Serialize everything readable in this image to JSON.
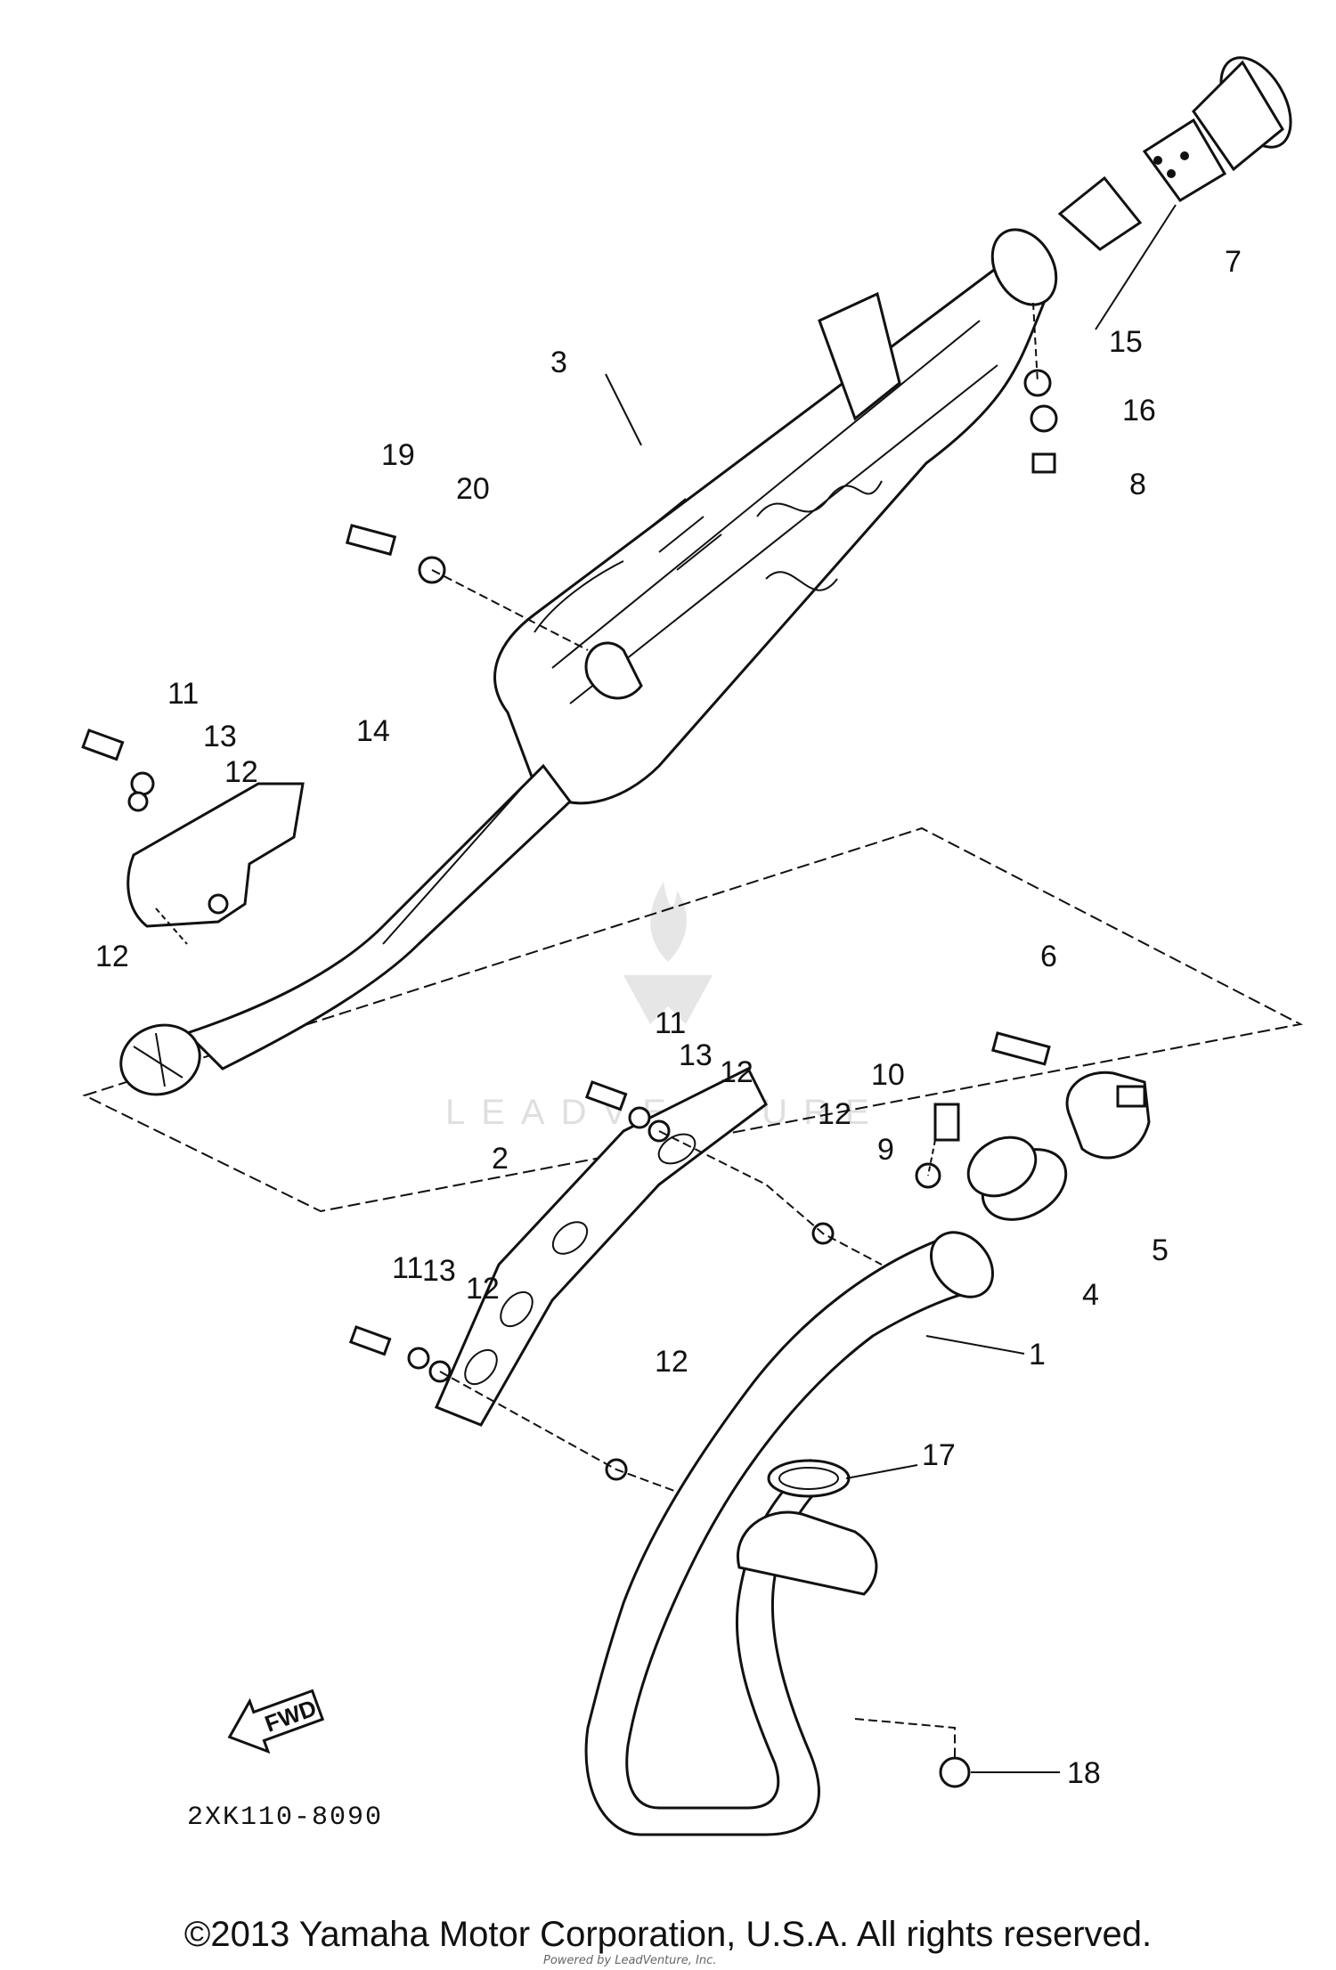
{
  "diagram": {
    "part_numbers": [
      "1",
      "2",
      "3",
      "4",
      "5",
      "6",
      "7",
      "8",
      "9",
      "10",
      "11",
      "12",
      "13",
      "14",
      "15",
      "16",
      "17",
      "18",
      "19",
      "20"
    ],
    "diagram_code": "2XK110-8090",
    "fwd_label": "FWD",
    "watermark": "LEADVENTURE",
    "copyright": "©2013 Yamaha Motor Corporation, U.S.A. All rights reserved.",
    "scan_note": "Powered by LeadVenture, Inc."
  }
}
